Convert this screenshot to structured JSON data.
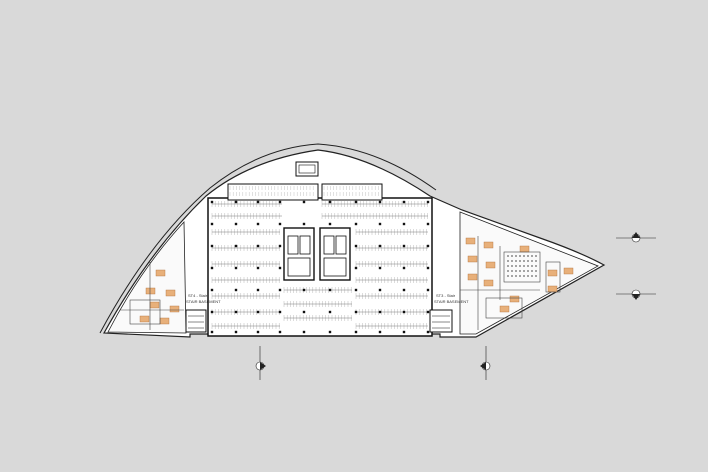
{
  "drawing": {
    "background_color": "#d9d9d9",
    "floor_fill": "#ffffff",
    "wall_color": "#222222",
    "desk_color": "#e8b07a",
    "desk_outline": "#b0703a",
    "labels": {
      "west_stair_1": "ST4 - Stair",
      "west_stair_2": "STAIR BASEMENT",
      "east_stair_1": "ST3 - Stair",
      "east_stair_2": "STAIR BASEMENT"
    }
  }
}
